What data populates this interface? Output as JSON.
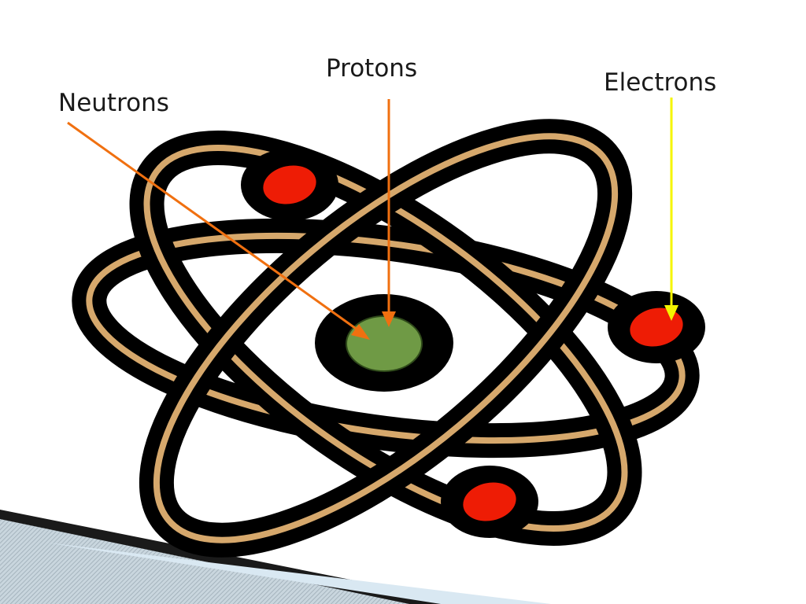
{
  "labels": {
    "neutrons": "Neutrons",
    "protons": "Protons",
    "electrons": "Electrons"
  },
  "colors": {
    "background": "#ffffff",
    "outline": "#000000",
    "orbit": "#d6a86c",
    "electron": "#ee1c05",
    "nucleus": "#6f9a45",
    "neutrons_arrow": "#f07010",
    "protons_arrow": "#f07010",
    "electrons_arrow": "#f5f500"
  }
}
